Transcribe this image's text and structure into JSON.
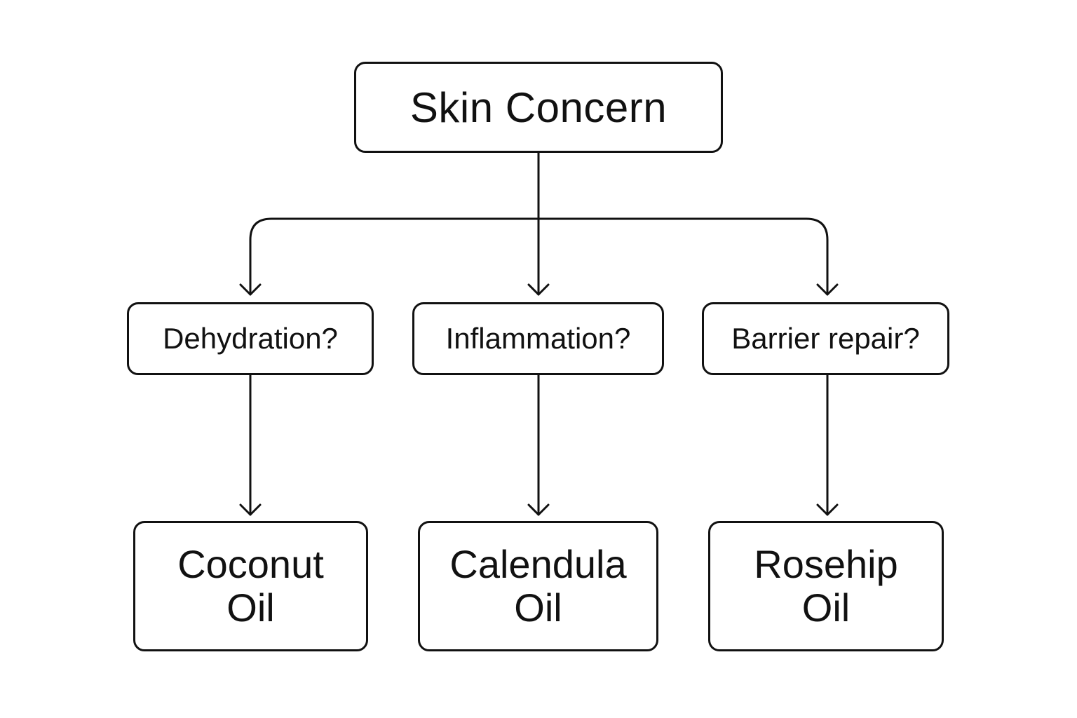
{
  "diagram": {
    "root": {
      "label": "Skin Concern"
    },
    "questions": [
      {
        "label": "Dehydration?"
      },
      {
        "label": "Inflammation?"
      },
      {
        "label": "Barrier repair?"
      }
    ],
    "answers": [
      {
        "line1": "Coconut",
        "line2": "Oil"
      },
      {
        "line1": "Calendula",
        "line2": "Oil"
      },
      {
        "line1": "Rosehip",
        "line2": "Oil"
      }
    ]
  }
}
